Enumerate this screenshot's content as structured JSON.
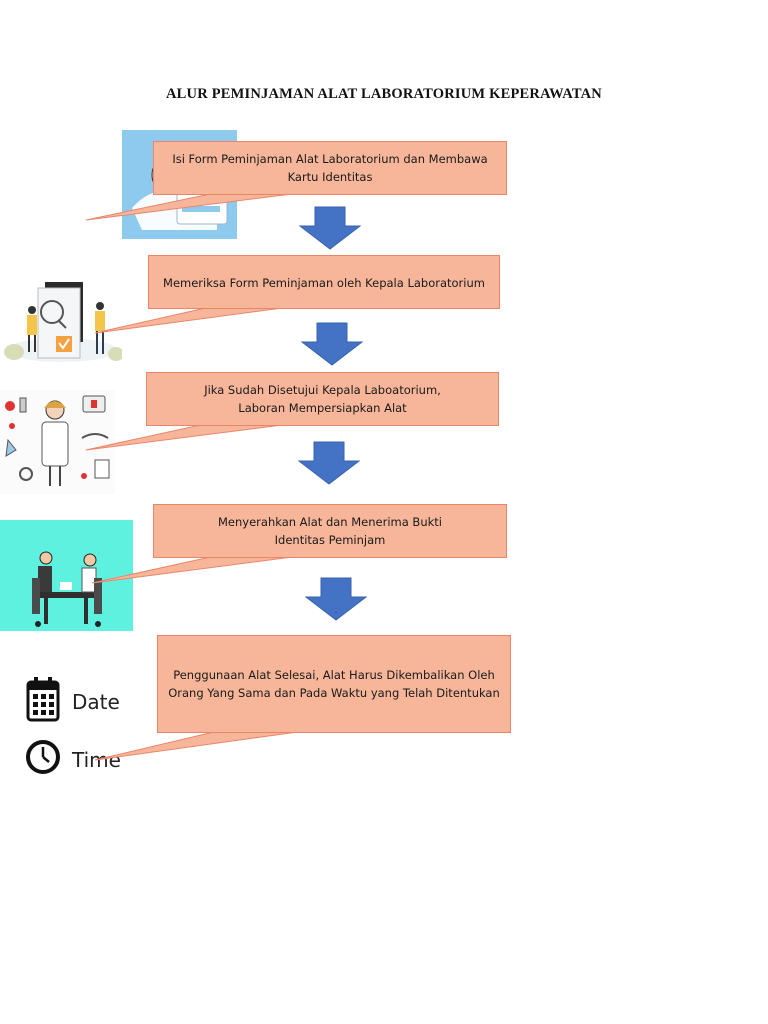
{
  "title": "ALUR PEMINJAMAN ALAT LABORATORIUM KEPERAWATAN",
  "steps": [
    {
      "text": "Isi Form Peminjaman Alat Laboratorium dan Membawa Kartu Identitas"
    },
    {
      "text": "Memeriksa Form Peminjaman oleh Kepala Laboratorium"
    },
    {
      "text": "Jika Sudah Disetujui Kepala Laboatorium, Laboran Mempersiapkan Alat"
    },
    {
      "text": "Menyerahkan Alat dan Menerima Bukti Identitas Peminjam"
    },
    {
      "text": "Penggunaan Alat Selesai, Alat Harus Dikembalikan Oleh Orang Yang Sama dan Pada Waktu yang Telah Ditentukan"
    }
  ],
  "legend": {
    "date_label": "Date",
    "time_label": "Time"
  },
  "colors": {
    "box_fill": "#f7b69a",
    "box_border": "#e9866a",
    "arrow_fill": "#4472c4",
    "pic1_bg": "#8ec9ee",
    "pic4_bg": "#5ff1df"
  },
  "icons": [
    "id-card-illustration",
    "document-review-illustration",
    "nurse-lab-tools-illustration",
    "handover-meeting-illustration",
    "calendar-icon",
    "clock-icon"
  ]
}
